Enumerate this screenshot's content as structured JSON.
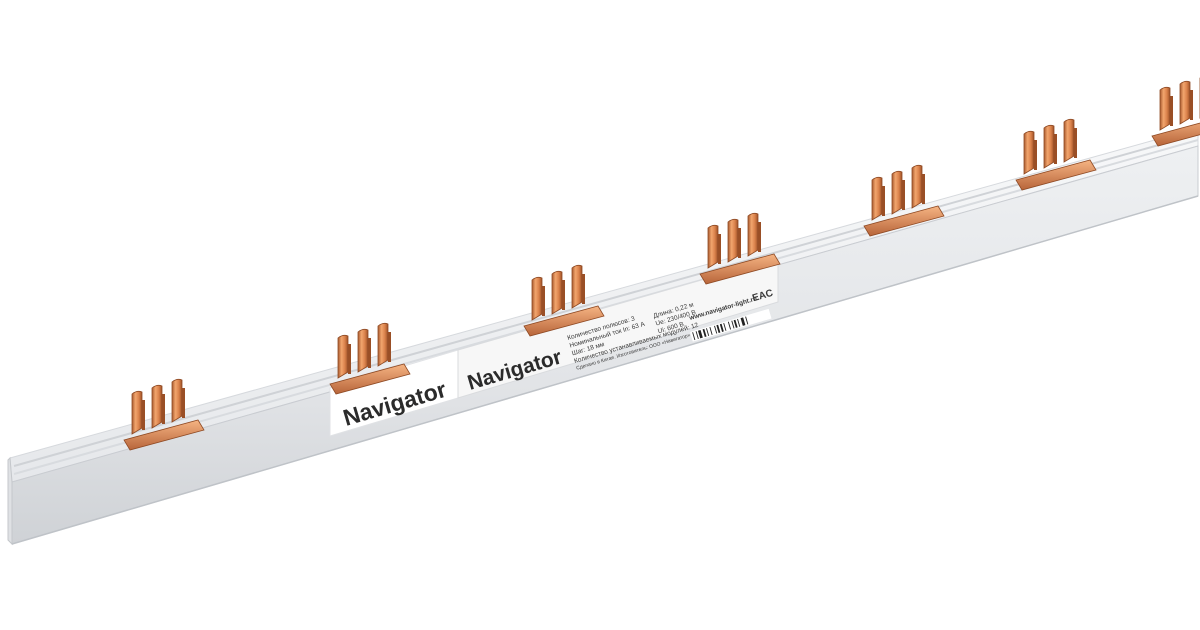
{
  "product": {
    "brand_primary": "Navigator",
    "brand_secondary": "Navigator",
    "website": "www.navigator-light.ru",
    "certification_mark": "EAC",
    "specs": {
      "poles": "Количество полюсов: 3",
      "current": "Номинальный ток In: 63 А",
      "pitch": "Шаг: 18 мм",
      "length": "Длина: 0,22 м",
      "voltage_ue": "Ue: 230/400 В",
      "voltage_ui": "Ui: 600 В",
      "modules": "Количество устанавливаемых модулей: 12",
      "fork_type": "Сделано в Китае. Изготовитель: ООО «Навигатор»"
    }
  },
  "colors": {
    "housing_light": "#f3f4f5",
    "housing_mid": "#e1e3e6",
    "housing_shadow": "#c9ccd1",
    "copper_light": "#f2a66e",
    "copper_mid": "#d9804a",
    "copper_dark": "#a85a2e",
    "text": "#2b2b2b"
  },
  "busbar": {
    "fork_groups": 7,
    "prongs_per_group": 3
  }
}
